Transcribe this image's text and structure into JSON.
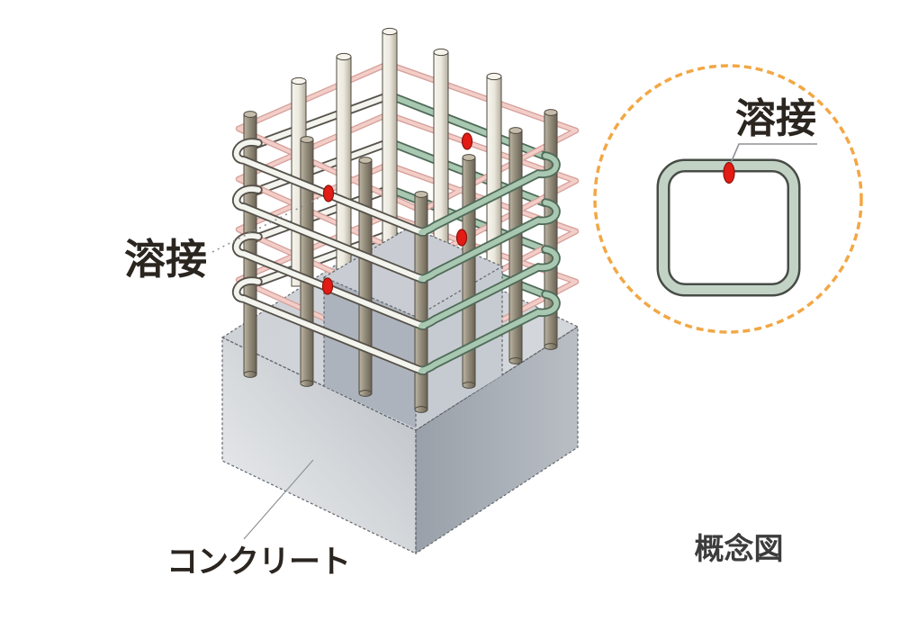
{
  "figure": {
    "title_hidden": "",
    "labels": {
      "weld_main": "溶接",
      "concrete": "コンクリート",
      "weld_detail": "溶接",
      "caption": "概念図"
    },
    "colors": {
      "concrete_light": "#eef0f1",
      "concrete_mid": "#b9bec4",
      "concrete_dark": "#99a0a9",
      "concrete_top": "#ccd0d5",
      "core_left": "#adb3bc",
      "core_right": "#c6cbd1",
      "core_top": "#c9cdd3",
      "edge": "#62676e",
      "rebar_light": "#ece9df",
      "rebar_light_shade": "#b4ae9d",
      "rebar_dark": "#968e7c",
      "rebar_dark_shade": "#6a6355",
      "rebar_outline": "#4e4940",
      "hoop_white": "#f4f4ef",
      "hoop_white_outline": "#57534b",
      "hoop_green": "#a8c8b1",
      "hoop_green_outline": "#506b59",
      "tie_pink": "#f3cdc8",
      "tie_pink_edge": "#d6a29b",
      "weld_red": "#e31b15",
      "weld_red_dark": "#8c130d",
      "circle_orange": "#f2a744",
      "ring_dark": "#474c46",
      "ring_green": "#c2d3c6",
      "label_dark": "#2b2520",
      "caption_gray": "#3c3c3c",
      "leader_gray": "#8f9296"
    }
  }
}
